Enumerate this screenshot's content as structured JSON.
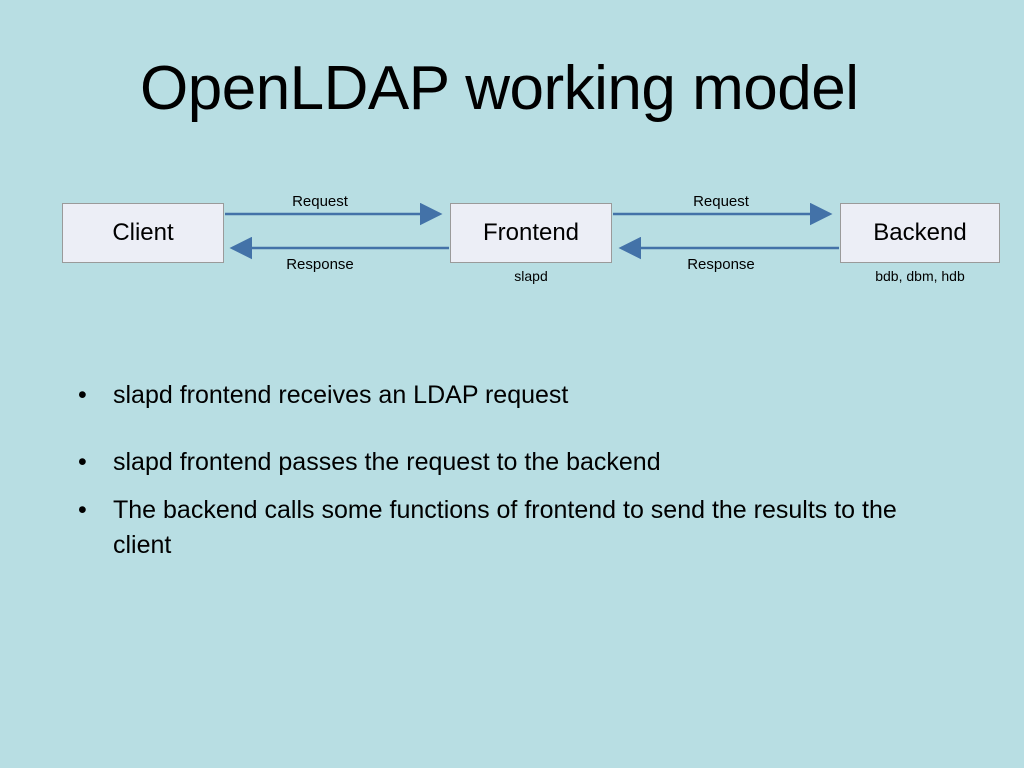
{
  "slide": {
    "title": "OpenLDAP working model",
    "background_color": "#b8dee3"
  },
  "diagram": {
    "box_fill_color": "#eceef6",
    "box_border_color": "#9a9a9a",
    "arrow_color": "#4372a8",
    "nodes": [
      {
        "id": "client",
        "label": "Client",
        "caption": ""
      },
      {
        "id": "frontend",
        "label": "Frontend",
        "caption": "slapd"
      },
      {
        "id": "backend",
        "label": "Backend",
        "caption": "bdb, dbm, hdb"
      }
    ],
    "edges": [
      {
        "id": "client-to-frontend",
        "label": "Request",
        "direction": "right"
      },
      {
        "id": "frontend-to-client",
        "label": "Response",
        "direction": "left"
      },
      {
        "id": "frontend-to-backend",
        "label": "Request",
        "direction": "right"
      },
      {
        "id": "backend-to-frontend",
        "label": "Response",
        "direction": "left"
      }
    ]
  },
  "bullets": {
    "marker": "•",
    "items": [
      "slapd frontend receives an LDAP request",
      "slapd frontend passes the request to the backend",
      "The backend calls some functions of frontend to send the results to the client"
    ]
  }
}
